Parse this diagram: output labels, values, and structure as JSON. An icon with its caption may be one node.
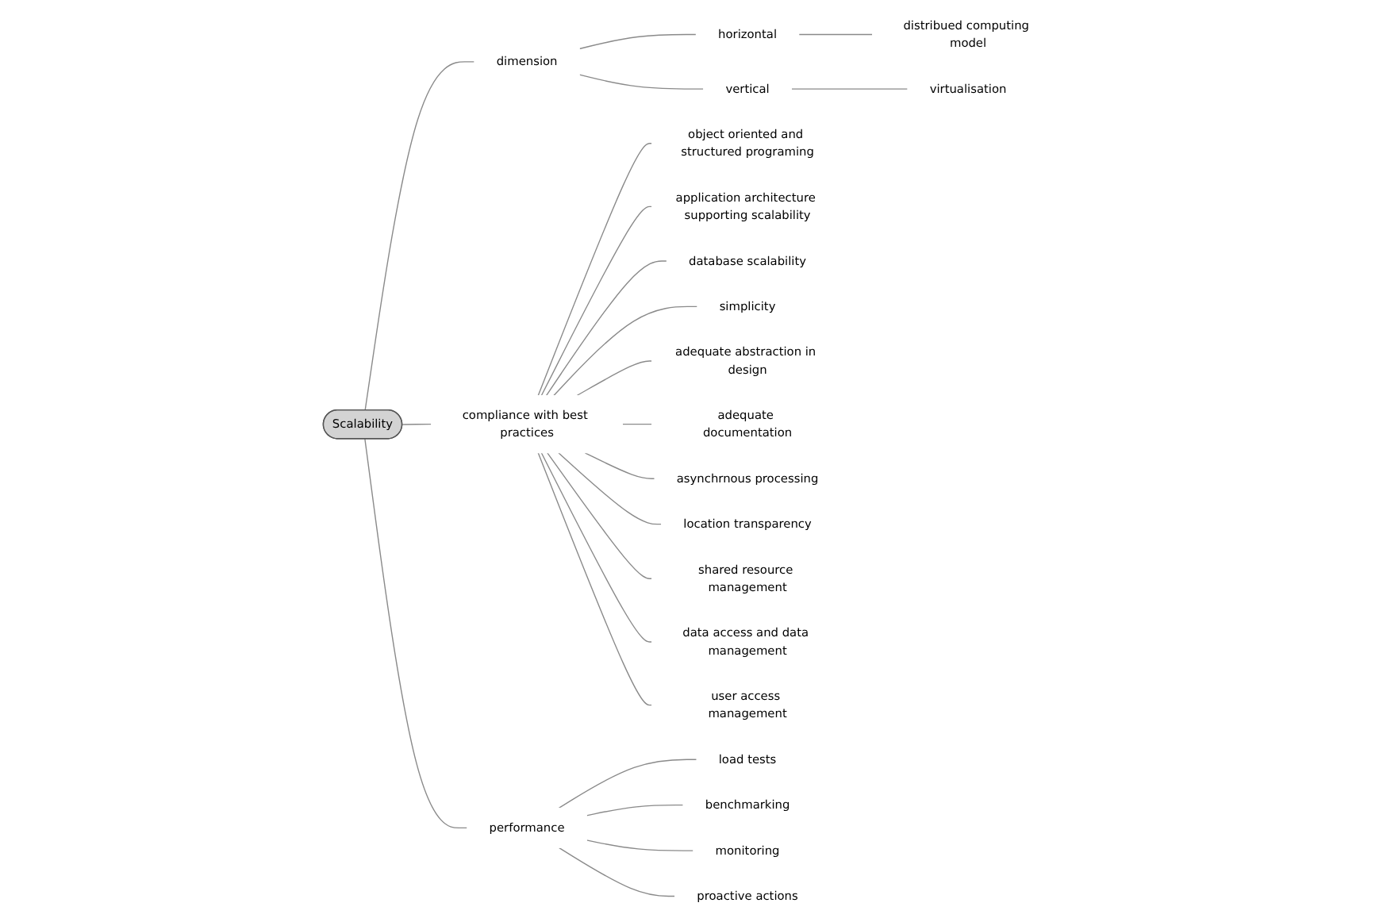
{
  "diagram": {
    "nodes": [
      {
        "text": [
          "Scalability"
        ]
      },
      {
        "text": [
          "dimension"
        ]
      },
      {
        "text": [
          "horizontal"
        ]
      },
      {
        "text": [
          "distribued computing model"
        ]
      },
      {
        "text": [
          "vertical"
        ]
      },
      {
        "text": [
          "virtualisation"
        ]
      },
      {
        "text": [
          "compliance with best practices"
        ]
      },
      {
        "text": [
          "object oriented and structured programing"
        ]
      },
      {
        "text": [
          "application architecture supporting scalability"
        ]
      },
      {
        "text": [
          "database scalability"
        ]
      },
      {
        "text": [
          "simplicity"
        ]
      },
      {
        "text": [
          "adequate abstraction in design"
        ]
      },
      {
        "text": [
          "adequate documentation"
        ]
      },
      {
        "text": [
          "asynchrnous processing"
        ]
      },
      {
        "text": [
          "location transparency"
        ]
      },
      {
        "text": [
          "shared resource management"
        ]
      },
      {
        "text": [
          "data access and data management"
        ]
      },
      {
        "text": [
          "user access management"
        ]
      },
      {
        "text": [
          "performance"
        ]
      },
      {
        "text": [
          "load tests"
        ]
      },
      {
        "text": [
          "benchmarking"
        ]
      },
      {
        "text": [
          "monitoring"
        ]
      },
      {
        "text": [
          "proactive actions"
        ]
      }
    ],
    "edges": [
      {
        "from": 0,
        "to": 1,
        "arrow": "none"
      },
      {
        "from": 1,
        "to": 2,
        "arrow": "none"
      },
      {
        "from": 2,
        "to": 3,
        "arrow": "none"
      },
      {
        "from": 1,
        "to": 4,
        "arrow": "none"
      },
      {
        "from": 4,
        "to": 5,
        "arrow": "none"
      },
      {
        "from": 0,
        "to": 6,
        "arrow": "none"
      },
      {
        "from": 6,
        "to": 7,
        "arrow": "none"
      },
      {
        "from": 6,
        "to": 8,
        "arrow": "none"
      },
      {
        "from": 6,
        "to": 9,
        "arrow": "none"
      },
      {
        "from": 6,
        "to": 10,
        "arrow": "none"
      },
      {
        "from": 6,
        "to": 11,
        "arrow": "none"
      },
      {
        "from": 6,
        "to": 12,
        "arrow": "none"
      },
      {
        "from": 6,
        "to": 13,
        "arrow": "none"
      },
      {
        "from": 6,
        "to": 14,
        "arrow": "none"
      },
      {
        "from": 6,
        "to": 15,
        "arrow": "none"
      },
      {
        "from": 6,
        "to": 16,
        "arrow": "none"
      },
      {
        "from": 6,
        "to": 17,
        "arrow": "none"
      },
      {
        "from": 0,
        "to": 18,
        "arrow": "none"
      },
      {
        "from": 18,
        "to": 19,
        "arrow": "none"
      },
      {
        "from": 18,
        "to": 20,
        "arrow": "none"
      },
      {
        "from": 18,
        "to": 21,
        "arrow": "none"
      },
      {
        "from": 18,
        "to": 22,
        "arrow": "none"
      }
    ]
  }
}
